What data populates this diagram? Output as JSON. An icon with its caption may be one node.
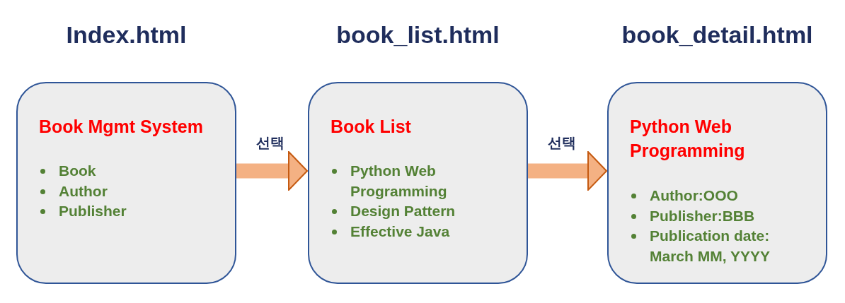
{
  "diagram": {
    "nodes": [
      {
        "text": [
          "Index.html",
          "Book Mgmt System",
          "Book",
          "Author",
          "Publisher"
        ]
      },
      {
        "text": [
          "book_list.html",
          "Book List",
          "Python Web Programming",
          "Design Pattern",
          "Effective Java"
        ]
      },
      {
        "text": [
          "book_detail.html",
          "Python Web Programming",
          "Author:OOO",
          "Publisher:BBB",
          "Publication date: March MM, YYYY"
        ]
      }
    ],
    "edges": [
      {
        "from": 0,
        "to": 1,
        "arrow": "to",
        "label": "선택"
      },
      {
        "from": 1,
        "to": 2,
        "arrow": "to",
        "label": "선택"
      }
    ]
  }
}
